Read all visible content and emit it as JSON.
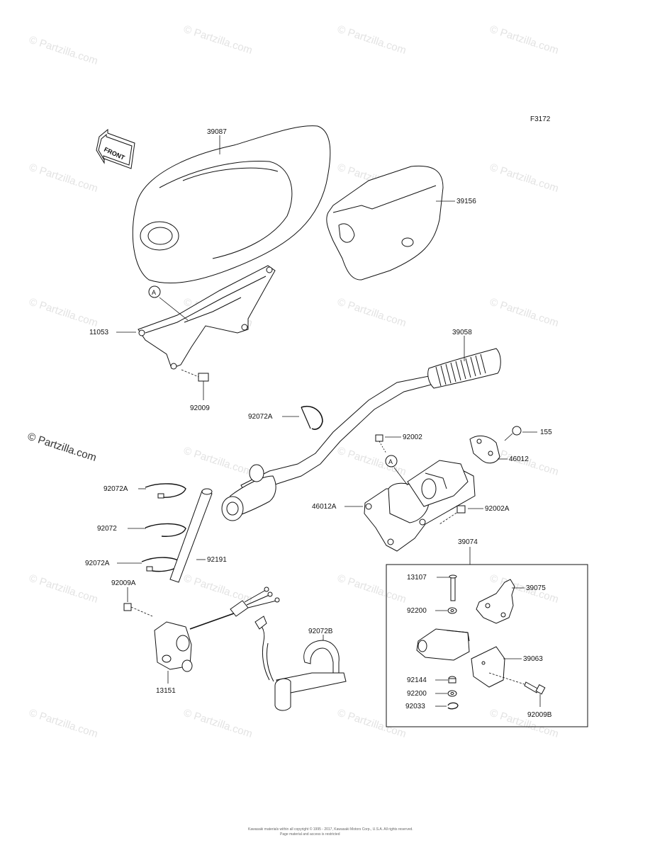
{
  "figure": {
    "code": "F3172",
    "front_arrow_text": "FRONT",
    "reference_marker": "A",
    "kit_label": "39074"
  },
  "watermarks": {
    "corner_text": "© Partzilla.com",
    "repeat_text": "© Partzilla.com"
  },
  "parts": {
    "p39087": "39087",
    "p39156": "39156",
    "p11053": "11053",
    "p92009": "92009",
    "p92072A_1": "92072A",
    "p39058": "39058",
    "p92002": "92002",
    "p155": "155",
    "p46012": "46012",
    "p46012A": "46012A",
    "p92002A": "92002A",
    "p92072A_2": "92072A",
    "p92072": "92072",
    "p92072A_3": "92072A",
    "p92191": "92191",
    "p92009A": "92009A",
    "p13151": "13151",
    "p92072B": "92072B",
    "p13107": "13107",
    "p39075": "39075",
    "p92200_1": "92200",
    "p39063": "39063",
    "p92144": "92144",
    "p92200_2": "92200",
    "p92033": "92033",
    "p92009B": "92009B"
  },
  "footer": {
    "line1": "Kawasaki materials within all copyright © 1995 - 2017, Kawasaki Motors Corp., U.S.A. All rights reserved.",
    "line2": "Page material and access is restricted"
  }
}
